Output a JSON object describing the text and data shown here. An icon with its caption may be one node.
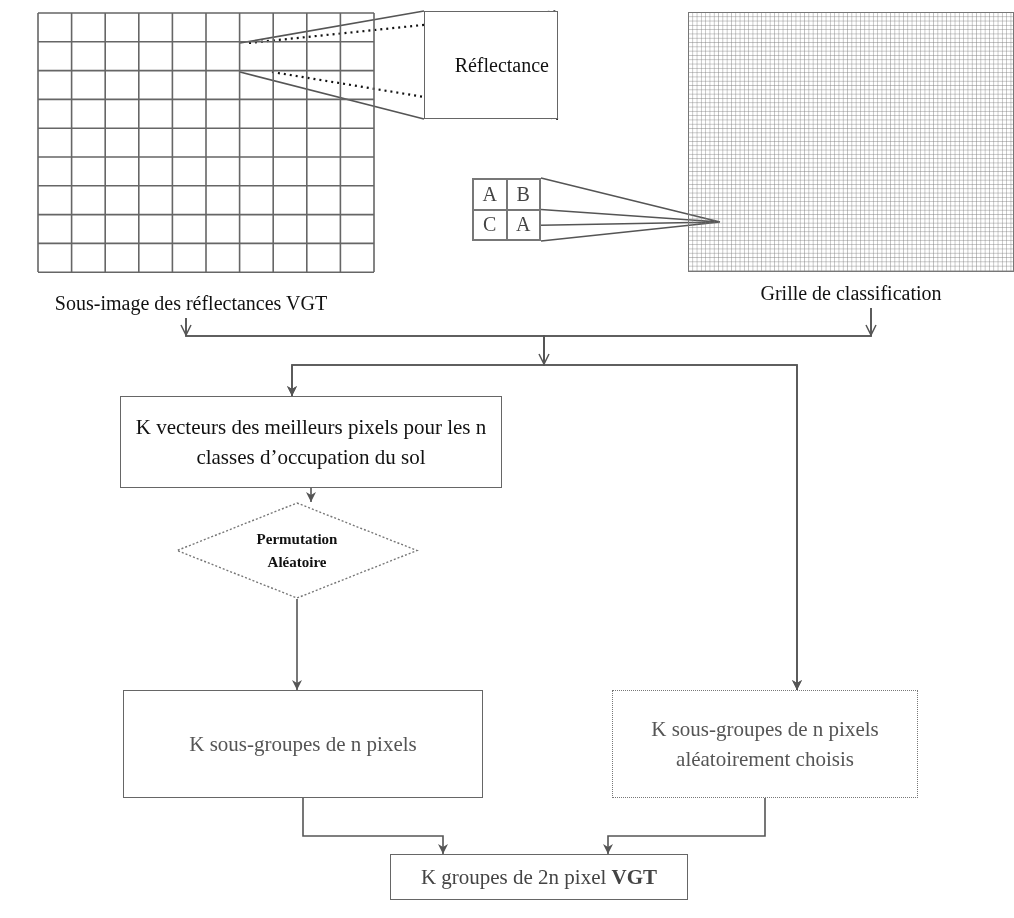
{
  "diagram": {
    "nodes": [
      {
        "text": [
          "Sous-image des réflectances VGT"
        ]
      },
      {
        "text": [
          "Réflectance"
        ]
      },
      {
        "text": [
          "Grille de classification"
        ]
      },
      {
        "text": [
          "A",
          "B",
          "C",
          "A"
        ]
      },
      {
        "text": [
          "K vecteurs  des meilleurs pixels pour les n classes d’occupation du sol"
        ]
      },
      {
        "text": [
          "Permutation Aléatoire"
        ]
      },
      {
        "text": [
          "K sous-groupes de n pixels"
        ]
      },
      {
        "text": [
          "K sous-groupes de n pixels aléatoirement choisis"
        ]
      },
      {
        "text": [
          "K groupes de 2n pixel **VGT**"
        ]
      }
    ],
    "edges": [
      {
        "from": 0,
        "to": 1,
        "arrow": "none"
      },
      {
        "from": 0,
        "to": 1,
        "arrow": "none",
        "style": "dashed"
      },
      {
        "from": 3,
        "to": 2,
        "arrow": "none"
      },
      {
        "from": 0,
        "to": 4,
        "arrow": "to"
      },
      {
        "from": 0,
        "to": 7,
        "arrow": "to"
      },
      {
        "from": 2,
        "to": 4,
        "arrow": "to"
      },
      {
        "from": 2,
        "to": 7,
        "arrow": "to"
      },
      {
        "from": 4,
        "to": 5,
        "arrow": "to"
      },
      {
        "from": 5,
        "to": 6,
        "arrow": "to"
      },
      {
        "from": 6,
        "to": 8,
        "arrow": "to"
      },
      {
        "from": 7,
        "to": 8,
        "arrow": "to"
      }
    ]
  }
}
